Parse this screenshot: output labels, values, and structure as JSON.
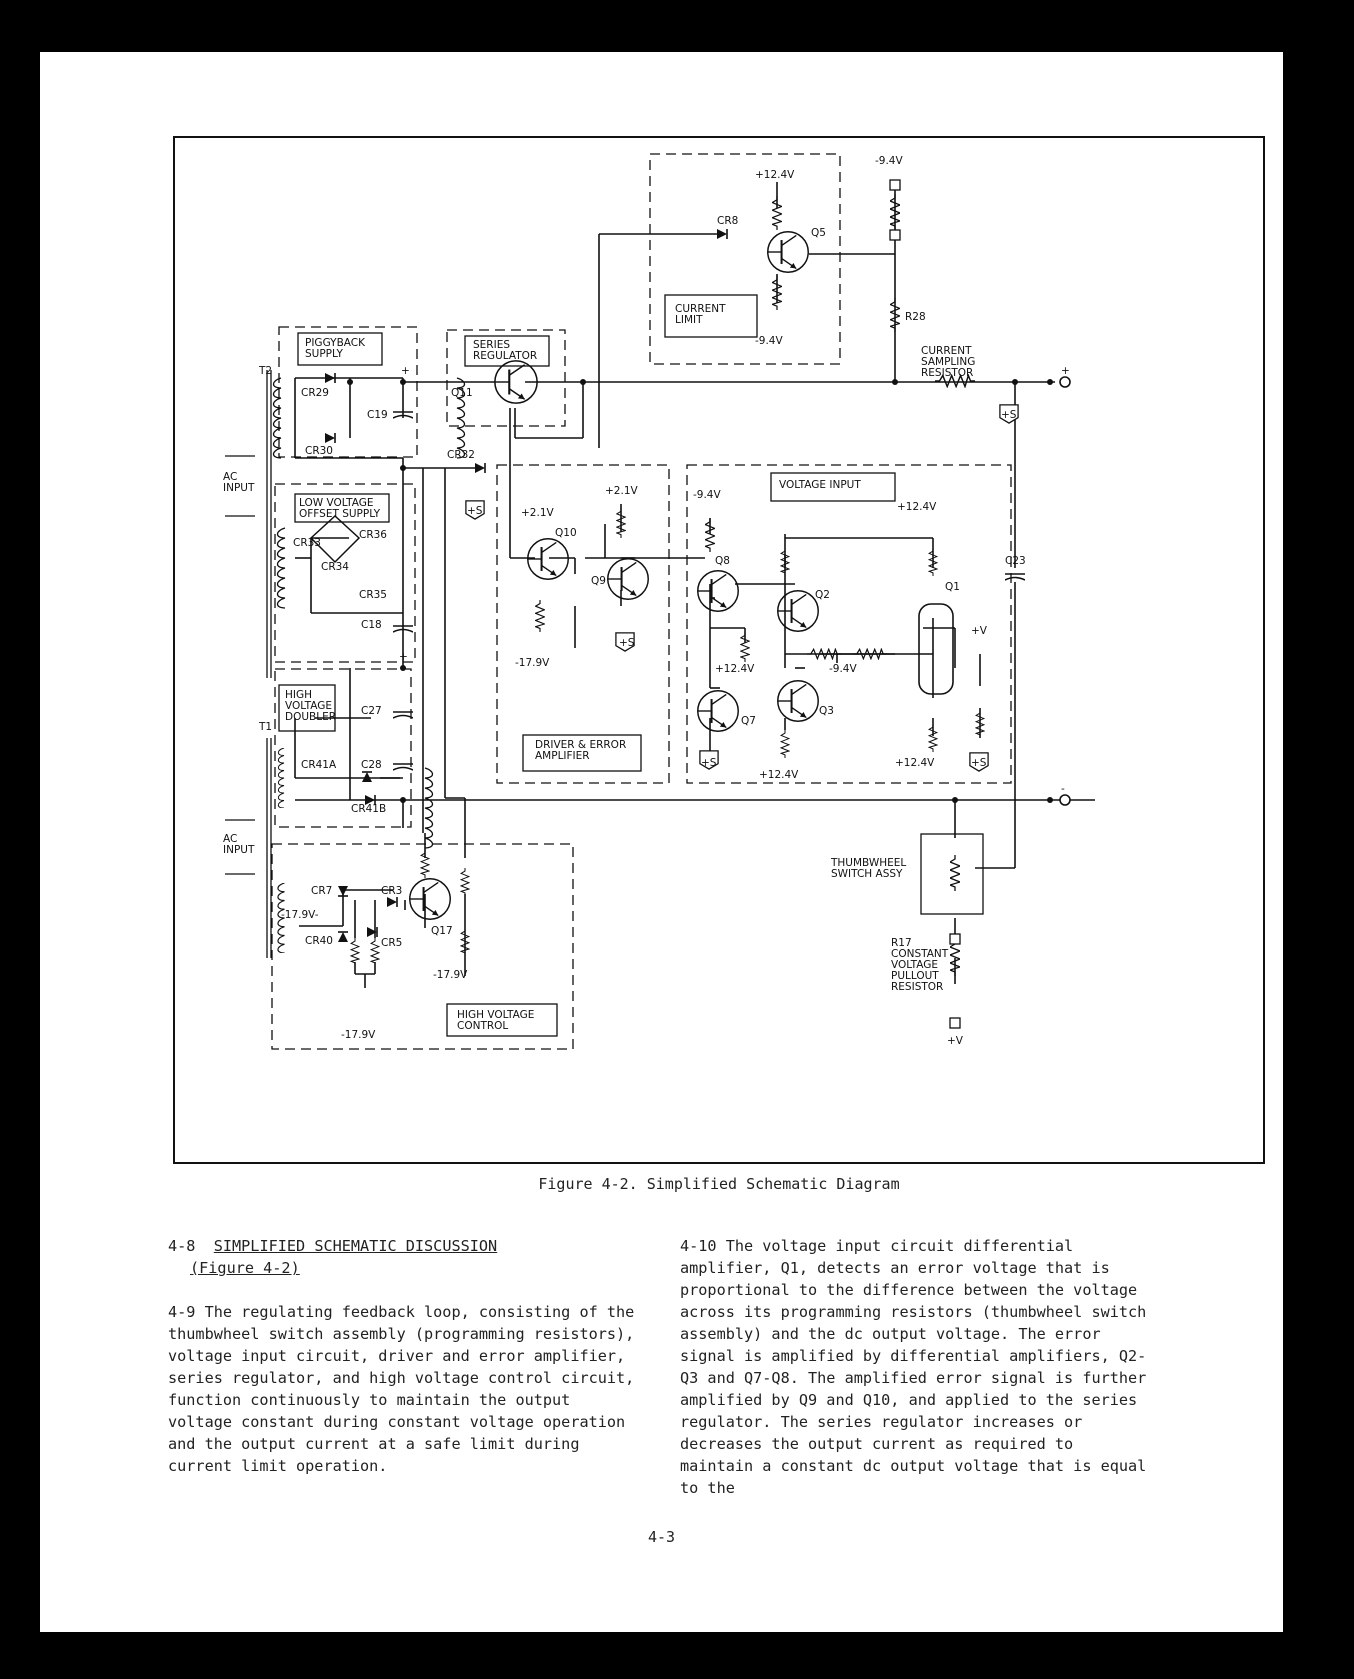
{
  "figure": {
    "caption": "Figure 4-2.  Simplified Schematic Diagram",
    "blocks": {
      "piggyback_supply": "PIGGYBACK\nSUPPLY",
      "series_regulator": "SERIES\nREGULATOR",
      "current_limit": "CURRENT\nLIMIT",
      "low_voltage_offset_supply": "LOW VOLTAGE\nOFFSET SUPPLY",
      "high_voltage_doubler": "HIGH\nVOLTAGE\nDOUBLER",
      "driver_error_amplifier": "DRIVER & ERROR\nAMPLIFIER",
      "voltage_input": "VOLTAGE INPUT",
      "high_voltage_control": "HIGH VOLTAGE\nCONTROL",
      "current_sampling_resistor": "CURRENT\nSAMPLING\nRESISTOR",
      "thumbwheel_switch_assy": "THUMBWHEEL\nSWITCH ASSY",
      "r17_pullout": "R17\nCONSTANT\nVOLTAGE\nPULLOUT\nRESISTOR",
      "ac_input_1": "AC\nINPUT",
      "ac_input_2": "AC\nINPUT"
    },
    "components": {
      "t2": "T2",
      "t1": "T1",
      "cr29": "CR29",
      "cr30": "CR30",
      "cr32": "CR32",
      "cr33": "CR33",
      "cr34": "CR34",
      "cr35": "CR35",
      "cr36": "CR36",
      "cr8": "CR8",
      "cr41a": "CR41A",
      "cr41b": "CR41B",
      "cr7": "CR7",
      "cr3": "CR3",
      "cr5": "CR5",
      "cr40": "CR40",
      "c19": "C19",
      "c18": "C18",
      "c27": "C27",
      "c28": "C28",
      "c23": "C23",
      "q11": "Q11",
      "q5": "Q5",
      "q10": "Q10",
      "q9": "Q9",
      "q8": "Q8",
      "q7": "Q7",
      "q2": "Q2",
      "q3": "Q3",
      "q1": "Q1",
      "q17": "Q17",
      "r28": "R28"
    },
    "voltages": {
      "p12_4": "+12.4V",
      "m9_4": "-9.4V",
      "p2_1": "+2.1V",
      "m17_9": "-17.9V",
      "m17_9v_dash": "-17.9V-",
      "p_v": "+V",
      "plus": "+",
      "minus": "-",
      "plus_s": "+S"
    }
  },
  "discussion": {
    "heading_number": "4-8",
    "heading_title": "SIMPLIFIED SCHEMATIC DISCUSSION",
    "heading_ref": "(Figure 4-2)",
    "para_4_9": "4-9   The regulating feedback loop, consisting of the thumbwheel switch assembly (programming resistors), voltage input circuit, driver and error amplifier, series regulator, and high voltage control circuit, function continuously to maintain the output voltage constant during constant voltage operation and the output current at a safe limit during current limit operation.",
    "para_4_10": "4-10  The voltage input circuit differential amplifier, Q1, detects an error voltage that is proportional to the difference between the voltage across its programming resistors (thumbwheel switch assembly) and the dc output voltage.  The error signal is amplified by differential amplifiers, Q2-Q3 and Q7-Q8.  The amplified error signal is further amplified by Q9 and Q10, and applied to the series regulator.  The series regulator increases or decreases the output current as required to maintain a constant dc output voltage that is equal to the"
  },
  "page_number": "4-3"
}
